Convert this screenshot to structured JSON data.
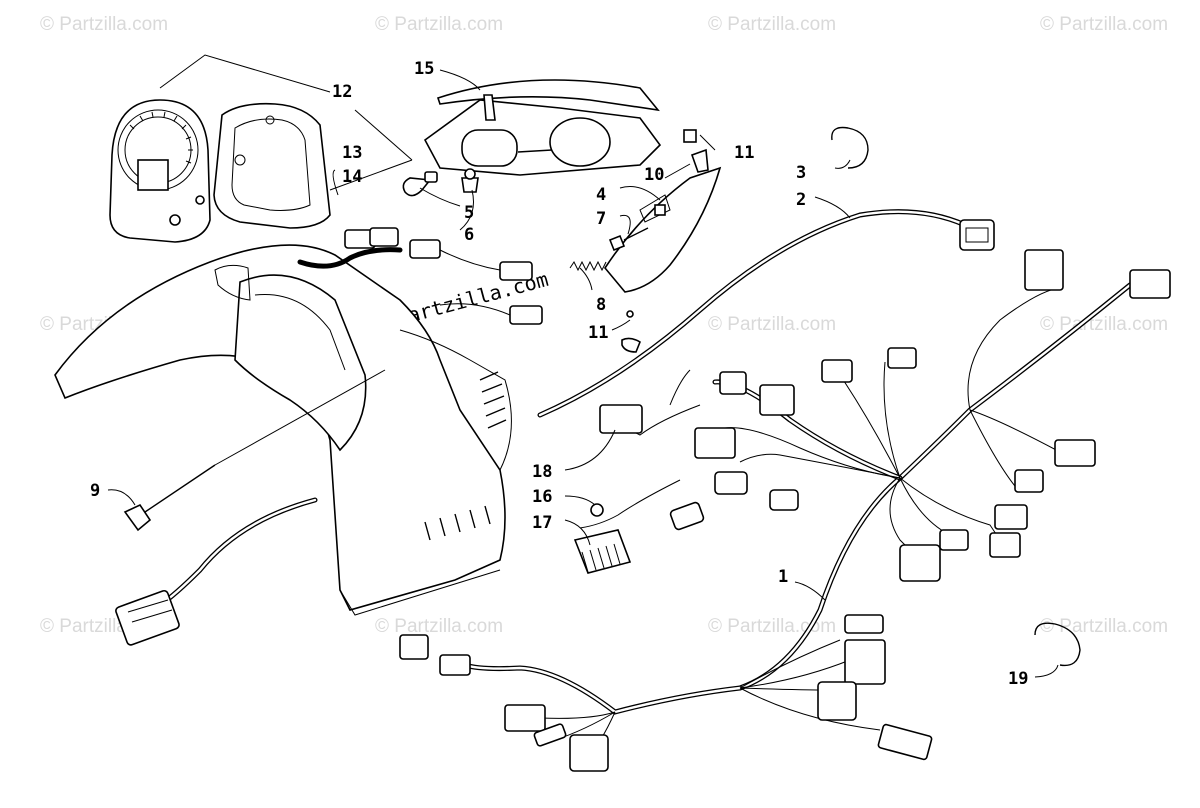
{
  "diagram": {
    "watermark_text": "© Partzilla.com",
    "callouts": [
      {
        "id": "c1",
        "label": "1"
      },
      {
        "id": "c2",
        "label": "2"
      },
      {
        "id": "c3",
        "label": "3"
      },
      {
        "id": "c4",
        "label": "4"
      },
      {
        "id": "c5",
        "label": "5"
      },
      {
        "id": "c6",
        "label": "6"
      },
      {
        "id": "c7",
        "label": "7"
      },
      {
        "id": "c8",
        "label": "8"
      },
      {
        "id": "c9",
        "label": "9"
      },
      {
        "id": "c10",
        "label": "10"
      },
      {
        "id": "c11a",
        "label": "11"
      },
      {
        "id": "c11b",
        "label": "11"
      },
      {
        "id": "c12",
        "label": "12"
      },
      {
        "id": "c13",
        "label": "13"
      },
      {
        "id": "c14",
        "label": "14"
      },
      {
        "id": "c15",
        "label": "15"
      },
      {
        "id": "c16",
        "label": "16"
      },
      {
        "id": "c17",
        "label": "17"
      },
      {
        "id": "c18",
        "label": "18"
      },
      {
        "id": "c19",
        "label": "19"
      }
    ]
  }
}
